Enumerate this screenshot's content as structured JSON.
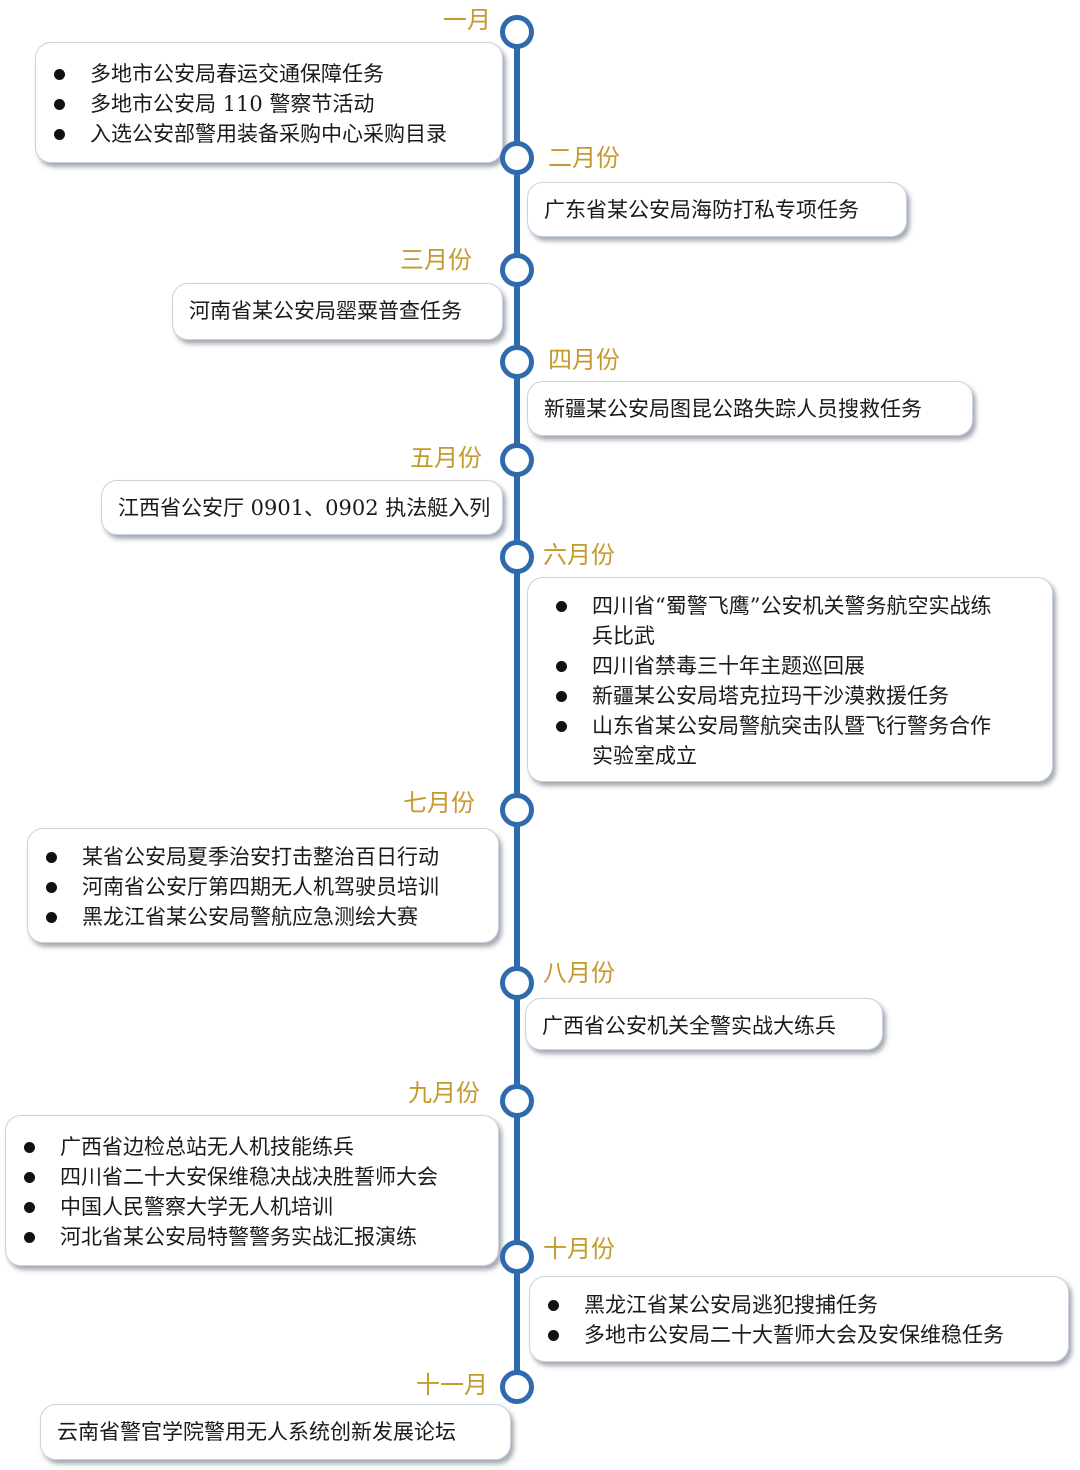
{
  "colors": {
    "axis": "#2F6AAE",
    "month_label": "#C49A2C"
  },
  "months": [
    {
      "label": "一月",
      "items": [
        "多地市公安局春运交通保障任务",
        "多地市公安局 110 警察节活动",
        "入选公安部警用装备采购中心采购目录"
      ]
    },
    {
      "label": "二月份",
      "items": [
        "广东省某公安局海防打私专项任务"
      ]
    },
    {
      "label": "三月份",
      "items": [
        "河南省某公安局罂粟普查任务"
      ]
    },
    {
      "label": "四月份",
      "items": [
        "新疆某公安局图昆公路失踪人员搜救任务"
      ]
    },
    {
      "label": "五月份",
      "items": [
        "江西省公安厅 0901、0902 执法艇入列"
      ]
    },
    {
      "label": "六月份",
      "items": [
        "四川省“蜀警飞鹰”公安机关警务航空实战练兵比武",
        "四川省禁毒三十年主题巡回展",
        "新疆某公安局塔克拉玛干沙漠救援任务",
        "山东省某公安局警航突击队暨飞行警务合作实验室成立"
      ]
    },
    {
      "label": "七月份",
      "items": [
        "某省公安局夏季治安打击整治百日行动",
        "河南省公安厅第四期无人机驾驶员培训",
        "黑龙江省某公安局警航应急测绘大赛"
      ]
    },
    {
      "label": "八月份",
      "items": [
        "广西省公安机关全警实战大练兵"
      ]
    },
    {
      "label": "九月份",
      "items": [
        "广西省边检总站无人机技能练兵",
        "四川省二十大安保维稳决战决胜誓师大会",
        "中国人民警察大学无人机培训",
        "河北省某公安局特警警务实战汇报演练"
      ]
    },
    {
      "label": "十月份",
      "items": [
        "黑龙江省某公安局逃犯搜捕任务",
        "多地市公安局二十大誓师大会及安保维稳任务"
      ]
    },
    {
      "label": "十一月",
      "items": [
        "云南省警官学院警用无人系统创新发展论坛"
      ]
    }
  ]
}
